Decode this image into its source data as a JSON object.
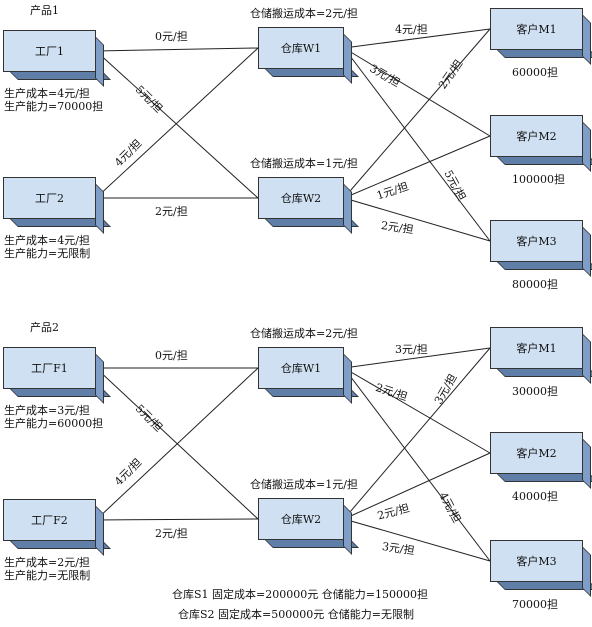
{
  "sections": [
    {
      "title": "产品1",
      "factories": [
        {
          "name": "工厂1",
          "cost": "生产成本=4元/担",
          "capacity": "生产能力=70000担"
        },
        {
          "name": "工厂2",
          "cost": "生产成本=4元/担",
          "capacity": "生产能力=无限制"
        }
      ],
      "warehouses": [
        {
          "name": "仓库W1",
          "handling": "仓储搬运成本=2元/担"
        },
        {
          "name": "仓库W2",
          "handling": "仓储搬运成本=1元/担"
        }
      ],
      "customers": [
        {
          "name": "客户M1",
          "demand": "60000担"
        },
        {
          "name": "客户M2",
          "demand": "100000担"
        },
        {
          "name": "客户M3",
          "demand": "80000担"
        }
      ],
      "f_to_w": {
        "f1_w1": "0元/担",
        "f1_w2": "5元/担",
        "f2_w1": "4元/担",
        "f2_w2": "2元/担"
      },
      "w_to_m": {
        "w1_m1": "4元/担",
        "w1_m2": "3元/担",
        "w1_m3": "5元/担",
        "w2_m1": "2元/担",
        "w2_m2": "1元/担",
        "w2_m3": "2元/担"
      }
    },
    {
      "title": "产品2",
      "factories": [
        {
          "name": "工厂F1",
          "cost": "生产成本=3元/担",
          "capacity": "生产能力=60000担"
        },
        {
          "name": "工厂F2",
          "cost": "生产成本=2元/担",
          "capacity": "生产能力=无限制"
        }
      ],
      "warehouses": [
        {
          "name": "仓库W1",
          "handling": "仓储搬运成本=2元/担"
        },
        {
          "name": "仓库W2",
          "handling": "仓储搬运成本=1元/担"
        }
      ],
      "customers": [
        {
          "name": "客户M1",
          "demand": "30000担"
        },
        {
          "name": "客户M2",
          "demand": "40000担"
        },
        {
          "name": "客户M3",
          "demand": "70000担"
        }
      ],
      "f_to_w": {
        "f1_w1": "0元/担",
        "f1_w2": "5元/担",
        "f2_w1": "4元/担",
        "f2_w2": "2元/担"
      },
      "w_to_m": {
        "w1_m1": "3元/担",
        "w1_m2": "2元/担",
        "w1_m3": "4元/担",
        "w2_m1": "3元/担",
        "w2_m2": "2元/担",
        "w2_m3": "3元/担"
      }
    }
  ],
  "footer": {
    "s1": "仓库S1  固定成本=200000元  仓储能力=150000担",
    "s2": "仓库S2  固定成本=500000元  仓储能力=无限制"
  }
}
